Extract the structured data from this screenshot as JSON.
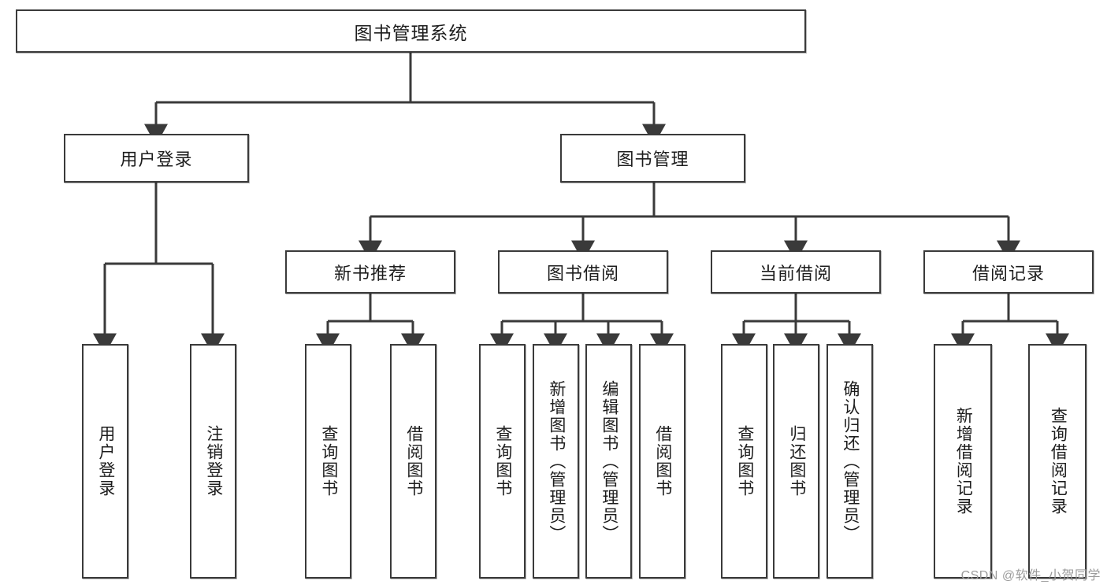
{
  "diagram": {
    "type": "tree-hierarchy-functional-decomposition",
    "title": "图书管理系统",
    "watermark": "CSDN @软件_小贺同学",
    "colors": {
      "border": "#3a3a3a",
      "background": "#ffffff",
      "text": "#1d1d1d",
      "edge": "#3a3a3a",
      "watermark": "#9b9b9b"
    },
    "levels": [
      {
        "level": 0,
        "nodes": [
          {
            "id": "root",
            "label": "图书管理系统",
            "orientation": "horizontal"
          }
        ]
      },
      {
        "level": 1,
        "nodes": [
          {
            "id": "login",
            "label": "用户登录",
            "orientation": "horizontal",
            "parent": "root"
          },
          {
            "id": "bookmgmt",
            "label": "图书管理",
            "orientation": "horizontal",
            "parent": "root"
          }
        ]
      },
      {
        "level": 2,
        "nodes": [
          {
            "id": "newbook",
            "label": "新书推荐",
            "orientation": "horizontal",
            "parent": "bookmgmt"
          },
          {
            "id": "borrow",
            "label": "图书借阅",
            "orientation": "horizontal",
            "parent": "bookmgmt"
          },
          {
            "id": "current",
            "label": "当前借阅",
            "orientation": "horizontal",
            "parent": "bookmgmt"
          },
          {
            "id": "record",
            "label": "借阅记录",
            "orientation": "horizontal",
            "parent": "bookmgmt"
          }
        ]
      },
      {
        "level": 3,
        "nodes": [
          {
            "id": "leaf-1",
            "label": "用户登录",
            "orientation": "vertical",
            "parent": "login"
          },
          {
            "id": "leaf-2",
            "label": "注销登录",
            "orientation": "vertical",
            "parent": "login"
          },
          {
            "id": "leaf-3",
            "label": "查询图书",
            "orientation": "vertical",
            "parent": "newbook"
          },
          {
            "id": "leaf-4",
            "label": "借阅图书",
            "orientation": "vertical",
            "parent": "newbook"
          },
          {
            "id": "leaf-5",
            "label": "查询图书",
            "orientation": "vertical",
            "parent": "borrow"
          },
          {
            "id": "leaf-6",
            "label": "新增图书（管理员）",
            "orientation": "vertical",
            "parent": "borrow"
          },
          {
            "id": "leaf-7",
            "label": "编辑图书（管理员）",
            "orientation": "vertical",
            "parent": "borrow"
          },
          {
            "id": "leaf-8",
            "label": "借阅图书",
            "orientation": "vertical",
            "parent": "borrow"
          },
          {
            "id": "leaf-9",
            "label": "查询图书",
            "orientation": "vertical",
            "parent": "current"
          },
          {
            "id": "leaf-10",
            "label": "归还图书",
            "orientation": "vertical",
            "parent": "current"
          },
          {
            "id": "leaf-11",
            "label": "确认归还（管理员）",
            "orientation": "vertical",
            "parent": "current"
          },
          {
            "id": "leaf-12",
            "label": "新增借阅记录",
            "orientation": "vertical",
            "parent": "record"
          },
          {
            "id": "leaf-13",
            "label": "查询借阅记录",
            "orientation": "vertical",
            "parent": "record"
          }
        ]
      }
    ]
  }
}
